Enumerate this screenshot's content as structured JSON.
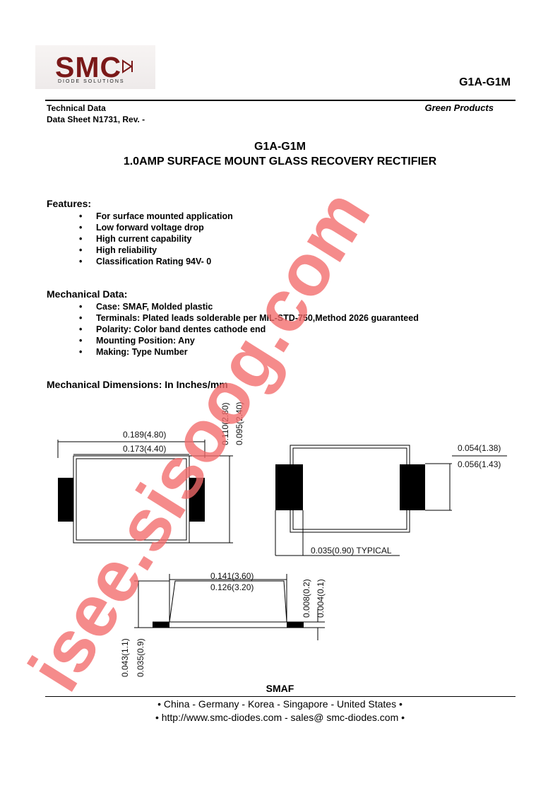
{
  "header": {
    "logo_text": "SMC",
    "logo_subtitle": "DIODE SOLUTIONS",
    "part_number": "G1A-G1M",
    "technical_data": "Technical Data",
    "data_sheet": "Data Sheet N1731, Rev. -",
    "green_products": "Green Products"
  },
  "title": {
    "part": "G1A-G1M",
    "description": "1.0AMP SURFACE MOUNT GLASS RECOVERY RECTIFIER"
  },
  "features": {
    "heading": "Features:",
    "items": [
      "For surface mounted application",
      "Low forward voltage drop",
      "High current capability",
      "High reliability",
      "Classification Rating 94V- 0"
    ]
  },
  "mechanical": {
    "heading": "Mechanical Data:",
    "items": [
      "Case: SMAF, Molded plastic",
      "Terminals: Plated leads solderable per MIL-STD-750,Method 2026 guaranteed",
      "Polarity: Color band dentes cathode end",
      "Mounting Position: Any",
      "Making: Type Number"
    ]
  },
  "dimensions": {
    "heading": "Mechanical Dimensions: In Inches/mm",
    "outer_length": "0.189(4.80)",
    "body_length": "0.173(4.40)",
    "height_max": "0.110(2.80)",
    "height_min": "0.095(2.40)",
    "pad_max": "0.054(1.38)",
    "pad_min": "0.056(1.43)",
    "terminal": "0.035(0.90) TYPICAL",
    "top_max": "0.141(3.60)",
    "top_min": "0.126(3.20)",
    "lead_max": "0.008(0.2)",
    "lead_min": "0.004(0.1)",
    "thick_max": "0.043(1.1)",
    "thick_min": "0.035(0.9)",
    "package": "SMAF"
  },
  "footer": {
    "countries": "• China  -  Germany  -  Korea  -  Singapore  -  United States •",
    "contact": "• http://www.smc-diodes.com  -  sales@ smc-diodes.com •"
  },
  "watermark": {
    "text": "isee.sisoog.com",
    "color": "#f26a6a"
  }
}
